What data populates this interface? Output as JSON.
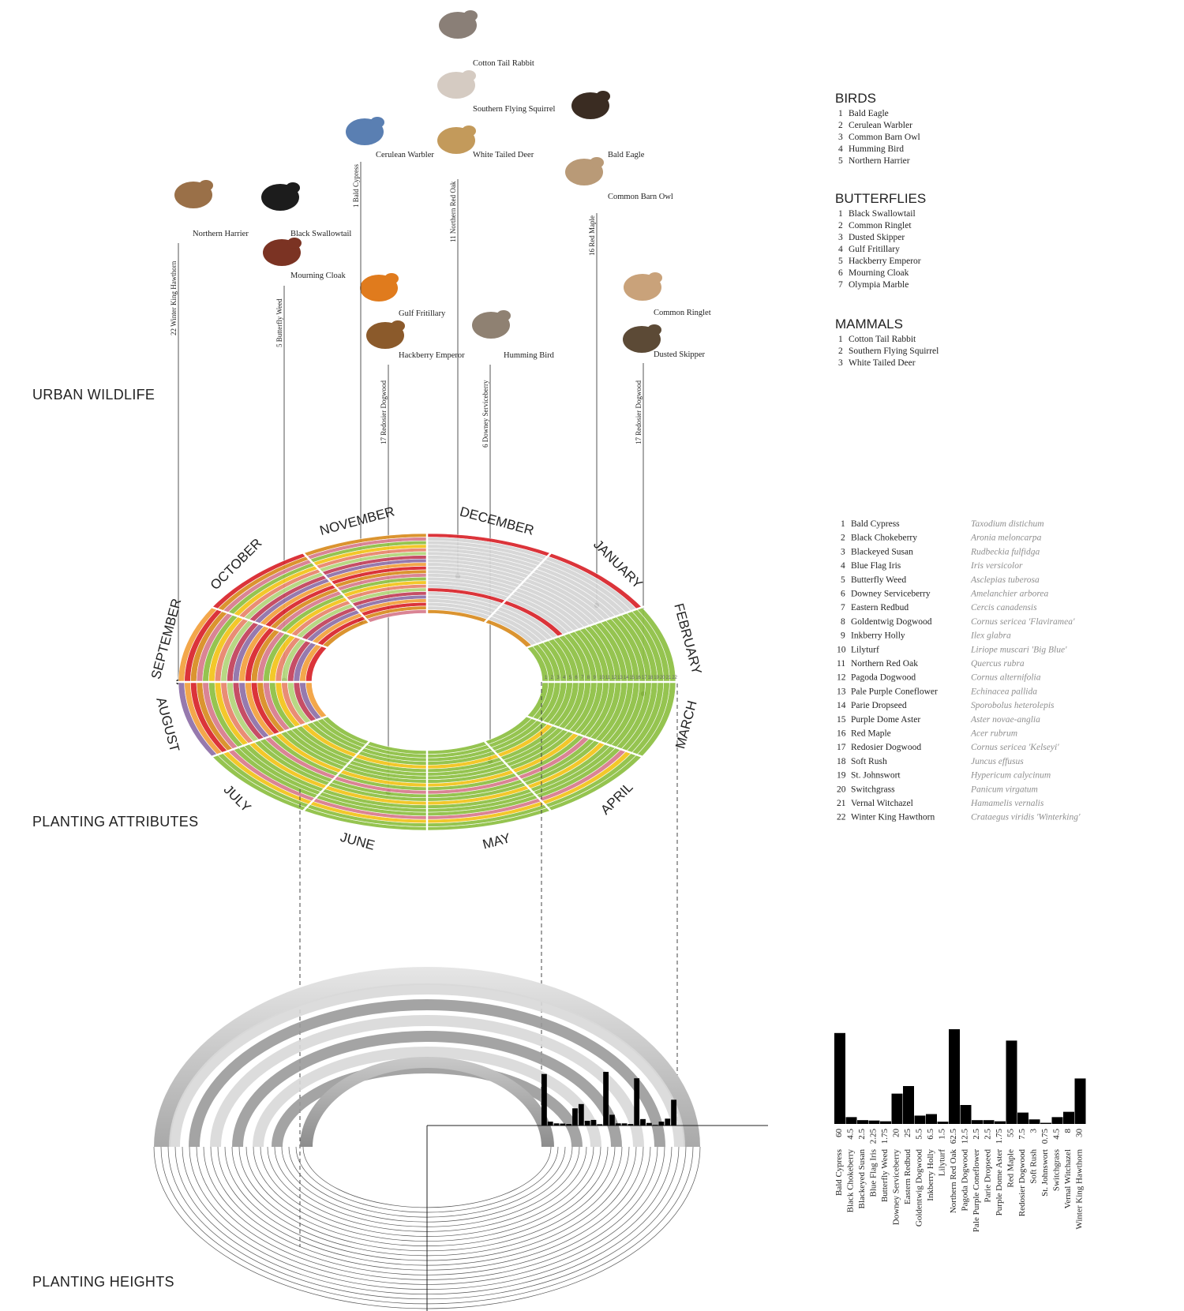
{
  "sections": {
    "urban_wildlife": "URBAN WILDLIFE",
    "planting_attributes": "PLANTING ATTRIBUTES",
    "planting_heights": "PLANTING HEIGHTS"
  },
  "legend": {
    "birds": {
      "title": "BIRDS",
      "items": [
        "Bald Eagle",
        "Cerulean Warbler",
        "Common Barn Owl",
        "Humming Bird",
        "Northern Harrier"
      ]
    },
    "butterflies": {
      "title": "BUTTERFLIES",
      "items": [
        "Black Swallowtail",
        "Common Ringlet",
        "Dusted Skipper",
        "Gulf Fritillary",
        "Hackberry Emperor",
        "Mourning Cloak",
        "Olympia Marble"
      ]
    },
    "mammals": {
      "title": "MAMMALS",
      "items": [
        "Cotton Tail Rabbit",
        "Southern Flying Squirrel",
        "White Tailed Deer"
      ]
    }
  },
  "plants": [
    {
      "name": "Bald Cypress",
      "latin": "Taxodium distichum",
      "height": 60
    },
    {
      "name": "Black Chokeberry",
      "latin": "Aronia meloncarpa",
      "height": 4.5
    },
    {
      "name": "Blackeyed Susan",
      "latin": "Rudbeckia fulfidga",
      "height": 2.5
    },
    {
      "name": "Blue Flag Iris",
      "latin": "Iris versicolor",
      "height": 2.25
    },
    {
      "name": "Butterfly Weed",
      "latin": "Asclepias tuberosa",
      "height": 1.75
    },
    {
      "name": "Downey Serviceberry",
      "latin": "Amelanchier arborea",
      "height": 20
    },
    {
      "name": "Eastern Redbud",
      "latin": "Cercis canadensis",
      "height": 25
    },
    {
      "name": "Goldentwig Dogwood",
      "latin": "Cornus sericea 'Flaviramea'",
      "height": 5.5
    },
    {
      "name": "Inkberry Holly",
      "latin": "Ilex glabra",
      "height": 6.5
    },
    {
      "name": "Lilyturf",
      "latin": "Liriope muscari 'Big Blue'",
      "height": 1.5
    },
    {
      "name": "Northern Red Oak",
      "latin": "Quercus rubra",
      "height": 62.5
    },
    {
      "name": "Pagoda Dogwood",
      "latin": "Cornus alternifolia",
      "height": 12.5
    },
    {
      "name": "Pale Purple Coneflower",
      "latin": "Echinacea pallida",
      "height": 2.5
    },
    {
      "name": "Parie Dropseed",
      "latin": "Sporobolus heterolepis",
      "height": 2.5
    },
    {
      "name": "Purple Dome Aster",
      "latin": "Aster novae-anglia",
      "height": 1.75
    },
    {
      "name": "Red Maple",
      "latin": "Acer rubrum",
      "height": 55
    },
    {
      "name": "Redosier Dogwood",
      "latin": "Cornus sericea 'Kelseyi'",
      "height": 7.5
    },
    {
      "name": "Soft Rush",
      "latin": "Juncus effusus",
      "height": 3
    },
    {
      "name": "St. Johnswort",
      "latin": "Hypericum calycinum",
      "height": 0.75
    },
    {
      "name": "Switchgrass",
      "latin": "Panicum virgatum",
      "height": 4.5
    },
    {
      "name": "Vernal Witchazel",
      "latin": "Hamamelis vernalis",
      "height": 8
    },
    {
      "name": "Winter King Hawthorn",
      "latin": "Crataegus viridis 'Winterking'",
      "height": 30
    }
  ],
  "months": [
    "DECEMBER",
    "JANUARY",
    "FEBRUARY",
    "MARCH",
    "APRIL",
    "MAY",
    "JUNE",
    "JULY",
    "AUGUST",
    "SEPTEMBER",
    "OCTOBER",
    "NOVEMBER"
  ],
  "ring_numbers": [
    "1",
    "2",
    "3",
    "4",
    "5",
    "6",
    "7",
    "8",
    "9",
    "10",
    "11",
    "12",
    "13",
    "14",
    "15",
    "16",
    "17",
    "18",
    "19",
    "20",
    "21",
    "22"
  ],
  "animals": [
    {
      "label": "Cotton Tail Rabbit",
      "icon": "rabbit-icon"
    },
    {
      "label": "Southern Flying Squirrel",
      "icon": "squirrel-icon"
    },
    {
      "label": "White Tailed Deer",
      "icon": "deer-icon"
    },
    {
      "label": "Bald Eagle",
      "icon": "eagle-icon"
    },
    {
      "label": "Common Barn Owl",
      "icon": "owl-icon"
    },
    {
      "label": "Cerulean Warbler",
      "icon": "warbler-icon"
    },
    {
      "label": "Northern Harrier",
      "icon": "harrier-icon"
    },
    {
      "label": "Black Swallowtail",
      "icon": "butterfly-icon"
    },
    {
      "label": "Mourning Cloak",
      "icon": "butterfly-icon"
    },
    {
      "label": "Gulf Fritillary",
      "icon": "butterfly-icon"
    },
    {
      "label": "Hackberry Emperor",
      "icon": "butterfly-icon"
    },
    {
      "label": "Humming Bird",
      "icon": "hummingbird-icon"
    },
    {
      "label": "Common Ringlet",
      "icon": "butterfly-icon"
    },
    {
      "label": "Dusted Skipper",
      "icon": "butterfly-icon"
    }
  ],
  "links": [
    {
      "num": "22",
      "plant": "Winter King Hawthorn"
    },
    {
      "num": "5",
      "plant": "Butterfly Weed"
    },
    {
      "num": "1",
      "plant": "Bald Cypress"
    },
    {
      "num": "17",
      "plant": "Redosier Dogwood"
    },
    {
      "num": "11",
      "plant": "Northern Red Oak"
    },
    {
      "num": "6",
      "plant": "Downey Serviceberry"
    },
    {
      "num": "16",
      "plant": "Red Maple"
    },
    {
      "num": "17",
      "plant": "Redosier Dogwood"
    }
  ],
  "colors": {
    "ring_red": "#d9232a",
    "ring_green": "#8dbf42",
    "ring_yellow": "#f2c418",
    "ring_orange": "#d98c1f",
    "ring_pink": "#d77a8c",
    "ring_gray": "#d4d4d4",
    "bars": "#000000"
  },
  "chart_data": {
    "type": "bar",
    "categories": [
      "Bald Cypress",
      "Black Chokeberry",
      "Blackeyed Susan",
      "Blue Flag Iris",
      "Butterfly Weed",
      "Downey Serviceberry",
      "Eastern Redbud",
      "Goldentwig Dogwood",
      "Inkberry Holly",
      "Lilyturf",
      "Northern Red Oak",
      "Pagoda Dogwood",
      "Pale Purple Coneflower",
      "Parie Dropseed",
      "Purple Dome Aster",
      "Red Maple",
      "Redosier Dogwood",
      "Soft Rush",
      "St. Johnswort",
      "Switchgrass",
      "Vernal Witchazel",
      "Winter King Hawthorn"
    ],
    "values": [
      60,
      4.5,
      2.5,
      2.25,
      1.75,
      20,
      25,
      5.5,
      6.5,
      1.5,
      62.5,
      12.5,
      2.5,
      2.5,
      1.75,
      55,
      7.5,
      3,
      0.75,
      4.5,
      8,
      30
    ],
    "title": "PLANTING HEIGHTS",
    "xlabel": "",
    "ylabel": "",
    "ylim": [
      0,
      62.5
    ]
  }
}
